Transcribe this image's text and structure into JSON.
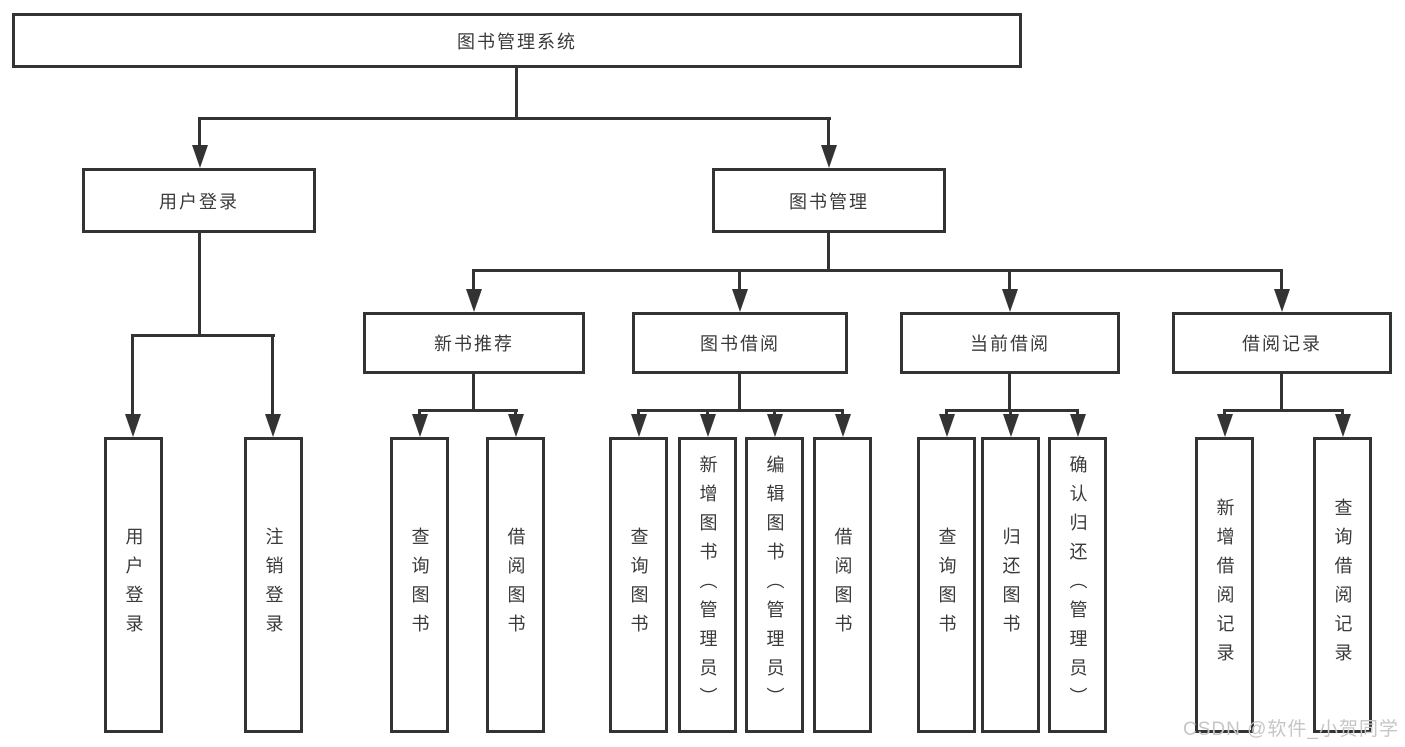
{
  "tree": {
    "label": "图书管理系统",
    "children": [
      {
        "label": "用户登录",
        "children": [
          {
            "label": "用户登录"
          },
          {
            "label": "注销登录"
          }
        ]
      },
      {
        "label": "图书管理",
        "children": [
          {
            "label": "新书推荐",
            "children": [
              {
                "label": "查询图书"
              },
              {
                "label": "借阅图书"
              }
            ]
          },
          {
            "label": "图书借阅",
            "children": [
              {
                "label": "查询图书"
              },
              {
                "label": "新增图书（管理员）"
              },
              {
                "label": "编辑图书（管理员）"
              },
              {
                "label": "借阅图书"
              }
            ]
          },
          {
            "label": "当前借阅",
            "children": [
              {
                "label": "查询图书"
              },
              {
                "label": "归还图书"
              },
              {
                "label": "确认归还（管理员）"
              }
            ]
          },
          {
            "label": "借阅记录",
            "children": [
              {
                "label": "新增借阅记录"
              },
              {
                "label": "查询借阅记录"
              }
            ]
          }
        ]
      }
    ]
  },
  "watermark": "CSDN @软件_小贺同学",
  "colors": {
    "line": "#333333",
    "box_border": "#333333",
    "text": "#3a3a3a",
    "watermark": "#c6c6c6",
    "background": "#ffffff"
  }
}
